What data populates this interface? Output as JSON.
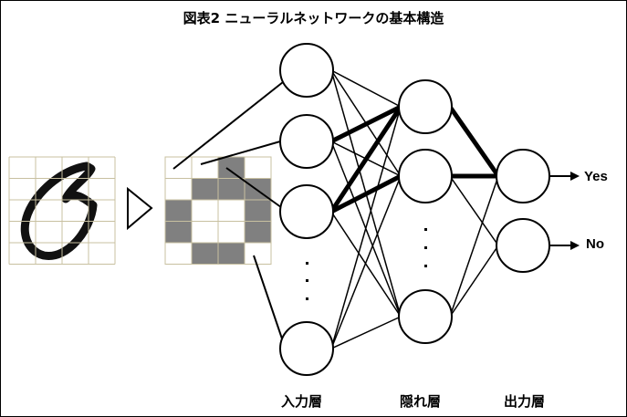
{
  "title": "図表2 ニューラルネットワークの基本構造",
  "layers": {
    "input": "入力層",
    "hidden": "隠れ層",
    "output": "出力層"
  },
  "outputs": [
    "Yes",
    "No"
  ],
  "pixel_grid": [
    [
      0,
      0,
      1,
      0
    ],
    [
      0,
      1,
      1,
      1
    ],
    [
      1,
      0,
      0,
      1
    ],
    [
      1,
      0,
      0,
      1
    ],
    [
      0,
      1,
      1,
      0
    ]
  ],
  "colors": {
    "grid_line": "#c8c0a0",
    "filled": "#808080",
    "line": "#000000"
  },
  "connections": {
    "input_hidden_thick": [
      [
        1,
        0
      ],
      [
        2,
        0
      ],
      [
        2,
        1
      ]
    ],
    "hidden_output": [
      [
        0,
        0,
        "thick"
      ],
      [
        1,
        0,
        "thick"
      ],
      [
        1,
        1,
        "thin"
      ],
      [
        2,
        0,
        "thin"
      ],
      [
        2,
        1,
        "thin"
      ]
    ]
  }
}
